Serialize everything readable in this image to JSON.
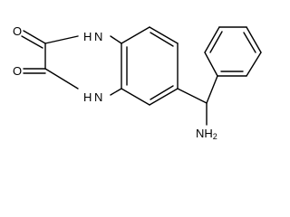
{
  "molecule": {
    "atoms": {
      "o_top": "O",
      "o_bottom": "O",
      "nh_top": "H",
      "nh_top_n": "N",
      "nh_bottom": "H",
      "nh_bottom_n": "N",
      "amine_n": "NH",
      "amine_sub": "2"
    }
  }
}
